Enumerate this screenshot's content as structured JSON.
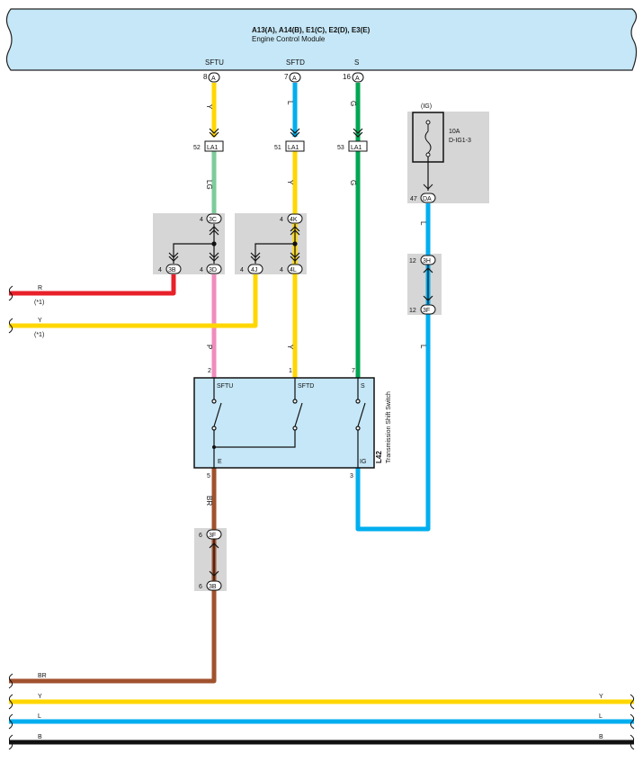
{
  "ecm": {
    "title": "A13(A), A14(B), E1(C), E2(D), E3(E)",
    "subtitle": "Engine Control Module",
    "pins": [
      {
        "name": "SFTU",
        "num": "8",
        "conn": "A"
      },
      {
        "name": "SFTD",
        "num": "7",
        "conn": "A"
      },
      {
        "name": "S",
        "num": "16",
        "conn": "A"
      }
    ]
  },
  "wire_colors": {
    "Y": "#ffd700",
    "L": "#00aeef",
    "G": "#00a651",
    "LG": "#7ecb9a",
    "P": "#f08cbe",
    "R": "#e8202a",
    "BR": "#a0522d",
    "B": "#111111"
  },
  "wire_labels": {
    "sftu_upper": "Y",
    "sftd_upper": "L",
    "s_upper": "G",
    "sftu_mid": "LG",
    "sftd_mid": "Y",
    "s_mid": "G",
    "sftu_low": "P",
    "sftd_low": "Y",
    "fuse_upper": "L",
    "fuse_lower": "L",
    "ground": "BR"
  },
  "la1": [
    {
      "num": "52",
      "label": "LA1"
    },
    {
      "num": "51",
      "label": "LA1"
    },
    {
      "num": "53",
      "label": "LA1"
    }
  ],
  "junctions": {
    "left_top": {
      "num": "4",
      "label": "3C"
    },
    "left_bottom": {
      "num": "4",
      "label": "3D"
    },
    "left_side": {
      "num": "4",
      "label": "3B"
    },
    "mid_top": {
      "num": "4",
      "label": "4K"
    },
    "mid_bottom": {
      "num": "4",
      "label": "4L"
    },
    "mid_side": {
      "num": "4",
      "label": "4J"
    }
  },
  "fuse": {
    "ig_label": "(IG)",
    "rating": "10A",
    "name": "D-IG1-3",
    "out_num": "47",
    "out_label": "DA"
  },
  "fuse_junction": {
    "top": {
      "num": "12",
      "label": "3H"
    },
    "bottom": {
      "num": "12",
      "label": "3F"
    }
  },
  "left_wires": {
    "r": {
      "color": "R",
      "sub": "(*1)"
    },
    "y": {
      "color": "Y",
      "sub": "(*1)"
    }
  },
  "switch": {
    "pin_nums": [
      "2",
      "1",
      "7"
    ],
    "pin_labels": [
      "SFTU",
      "SFTD",
      "S"
    ],
    "e_label": "E",
    "ig_label": "IG",
    "e_num": "5",
    "ig_num": "3",
    "code": "L42",
    "name": "Transmission Shift Switch"
  },
  "ground_junction": {
    "top": {
      "num": "6",
      "label": "3F"
    },
    "bottom": {
      "num": "6",
      "label": "3B"
    }
  },
  "bus": [
    {
      "color": "BR",
      "left": "BR",
      "right": ""
    },
    {
      "color": "Y",
      "left": "Y",
      "right": "Y"
    },
    {
      "color": "L",
      "left": "L",
      "right": "L"
    },
    {
      "color": "B",
      "left": "B",
      "right": "B"
    }
  ]
}
